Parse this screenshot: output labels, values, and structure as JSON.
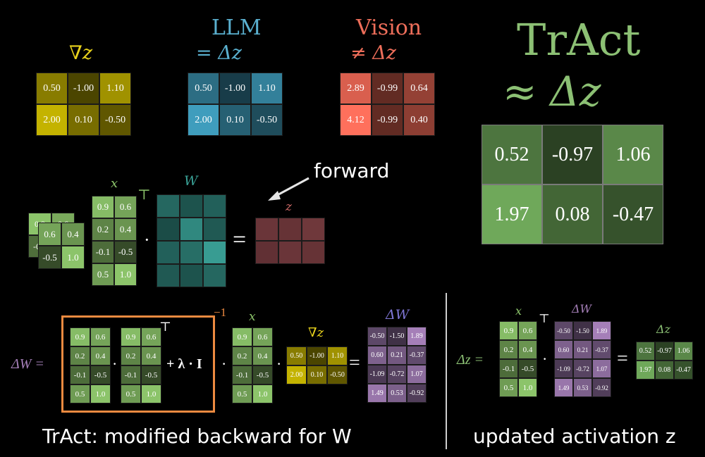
{
  "top": {
    "grad_label": "∇z",
    "llm_title": "LLM",
    "llm_label": "= Δz",
    "vision_title": "Vision",
    "vision_label": "≠ Δz",
    "tract_title": "TrAct",
    "tract_label": "≈ Δz",
    "grad": [
      [
        "0.50",
        "-1.00",
        "1.10"
      ],
      [
        "2.00",
        "0.10",
        "-0.50"
      ]
    ],
    "llm": [
      [
        "0.50",
        "-1.00",
        "1.10"
      ],
      [
        "2.00",
        "0.10",
        "-0.50"
      ]
    ],
    "vision": [
      [
        "2.89",
        "-0.99",
        "0.64"
      ],
      [
        "4.12",
        "-0.99",
        "0.40"
      ]
    ],
    "tract": [
      [
        "0.52",
        "-0.97",
        "1.06"
      ],
      [
        "1.97",
        "0.08",
        "-0.47"
      ]
    ]
  },
  "forward": {
    "label": "forward",
    "x_label": "x",
    "transpose": "⊤",
    "w_label": "W",
    "z_label": "z",
    "dot": "·",
    "equals": "=",
    "x_front": [
      [
        "0.6",
        "0.4"
      ],
      [
        "-0.5",
        "1.0"
      ]
    ],
    "x_back": [
      [
        "0.9",
        "0.6"
      ],
      [
        "-0.1",
        "-0.5"
      ]
    ],
    "x": [
      [
        "0.9",
        "0.6"
      ],
      [
        "0.2",
        "0.4"
      ],
      [
        "-0.1",
        "-0.5"
      ],
      [
        "0.5",
        "1.0"
      ]
    ]
  },
  "backward": {
    "lhs": "ΔW =",
    "plus_lambda": "+ λ · I",
    "inverse": "−1",
    "x_label": "x",
    "grad_label": "∇z",
    "dw_label": "ΔW",
    "transpose": "⊤",
    "x": [
      [
        "0.9",
        "0.6"
      ],
      [
        "0.2",
        "0.4"
      ],
      [
        "-0.1",
        "-0.5"
      ],
      [
        "0.5",
        "1.0"
      ]
    ],
    "grad": [
      [
        "0.50",
        "-1.00",
        "1.10"
      ],
      [
        "2.00",
        "0.10",
        "-0.50"
      ]
    ],
    "dw": [
      [
        "-0.50",
        "-1.50",
        "1.89"
      ],
      [
        "0.60",
        "0.21",
        "-0.37"
      ],
      [
        "-1.09",
        "-0.72",
        "1.07"
      ],
      [
        "1.49",
        "0.53",
        "-0.92"
      ]
    ],
    "caption": "TrAct: modified backward for W"
  },
  "update": {
    "lhs": "Δz =",
    "x_label": "x",
    "dw_label": "ΔW",
    "dz_label": "Δz",
    "transpose": "⊤",
    "dz": [
      [
        "0.52",
        "-0.97",
        "1.06"
      ],
      [
        "1.97",
        "0.08",
        "-0.47"
      ]
    ],
    "caption": "updated activation z"
  },
  "colors": {
    "grad_label": "#e8d21c",
    "llm": "#5ab0cf",
    "vision": "#ee6e5a",
    "tract": "#8cc074",
    "x_green": "#8cc46a",
    "w_teal": "#3aa398",
    "z_red": "#743a3e",
    "dw_purple": "#a57fb8",
    "box_orange": "#ec8a40"
  }
}
